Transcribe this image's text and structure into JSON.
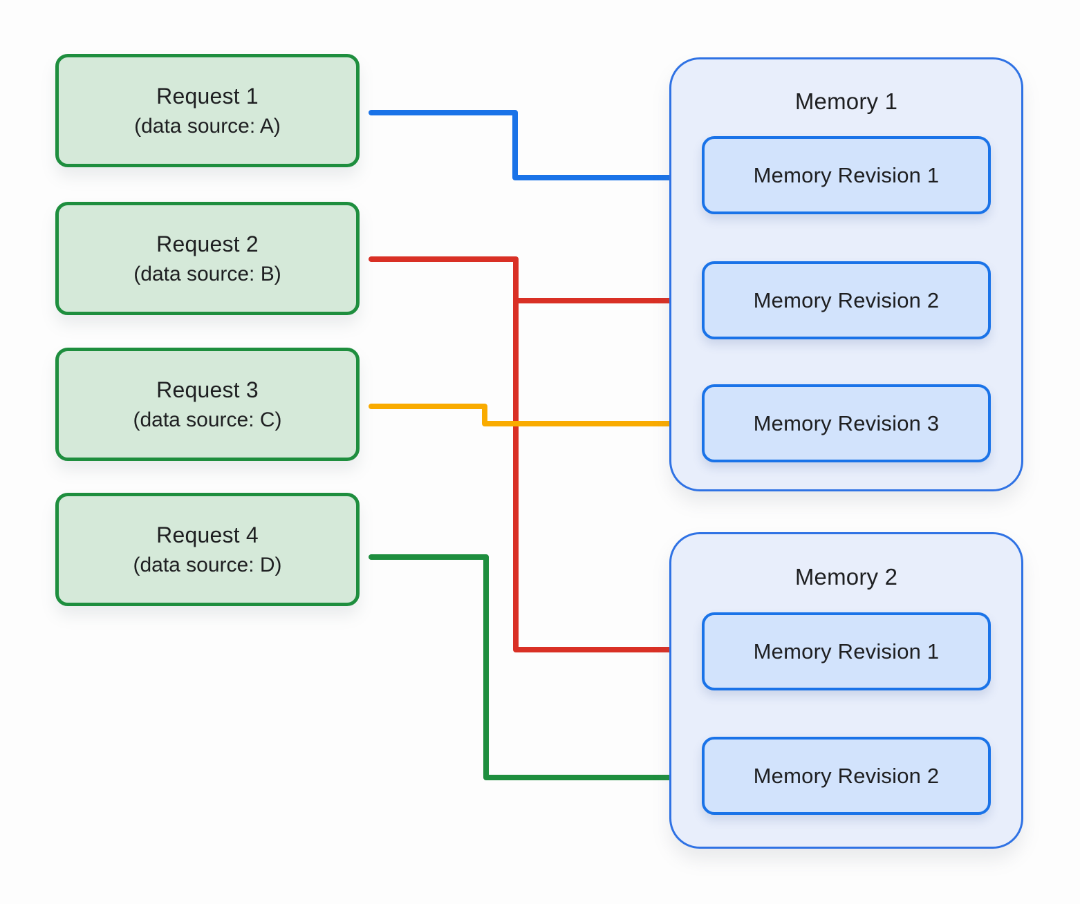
{
  "requests": [
    {
      "title": "Request 1",
      "subtitle": "(data source: A)"
    },
    {
      "title": "Request 2",
      "subtitle": "(data source: B)"
    },
    {
      "title": "Request 3",
      "subtitle": "(data source: C)"
    },
    {
      "title": "Request 4",
      "subtitle": "(data source: D)"
    }
  ],
  "memories": [
    {
      "title": "Memory 1",
      "revisions": [
        {
          "label": "Memory Revision 1"
        },
        {
          "label": "Memory Revision 2"
        },
        {
          "label": "Memory Revision 3"
        }
      ]
    },
    {
      "title": "Memory 2",
      "revisions": [
        {
          "label": "Memory Revision 1"
        },
        {
          "label": "Memory Revision 2"
        }
      ]
    }
  ],
  "connectors": [
    {
      "from": "Request 1",
      "to": "Memory 1 / Memory Revision 1",
      "color": "#1a73e8"
    },
    {
      "from": "Request 2",
      "to": "Memory 1 / Memory Revision 2",
      "color": "#d93025"
    },
    {
      "from": "Request 2",
      "to": "Memory 2 / Memory Revision 1",
      "color": "#d93025"
    },
    {
      "from": "Request 3",
      "to": "Memory 1 / Memory Revision 3",
      "color": "#f9ab00"
    },
    {
      "from": "Request 4",
      "to": "Memory 2 / Memory Revision 2",
      "color": "#1e8e3e"
    }
  ],
  "colors": {
    "background": "#fdfdfd",
    "request_fill": "#d5e9d9",
    "request_border": "#1e8e3e",
    "memory_fill": "#e8eefb",
    "memory_border": "#2f72e4",
    "revision_fill": "#d2e3fc",
    "revision_border": "#1a73e8",
    "connector_blue": "#1a73e8",
    "connector_red": "#d93025",
    "connector_yellow": "#f9ab00",
    "connector_green": "#1e8e3e",
    "arrow_gray": "#8a9097",
    "text": "#1e1f21"
  }
}
